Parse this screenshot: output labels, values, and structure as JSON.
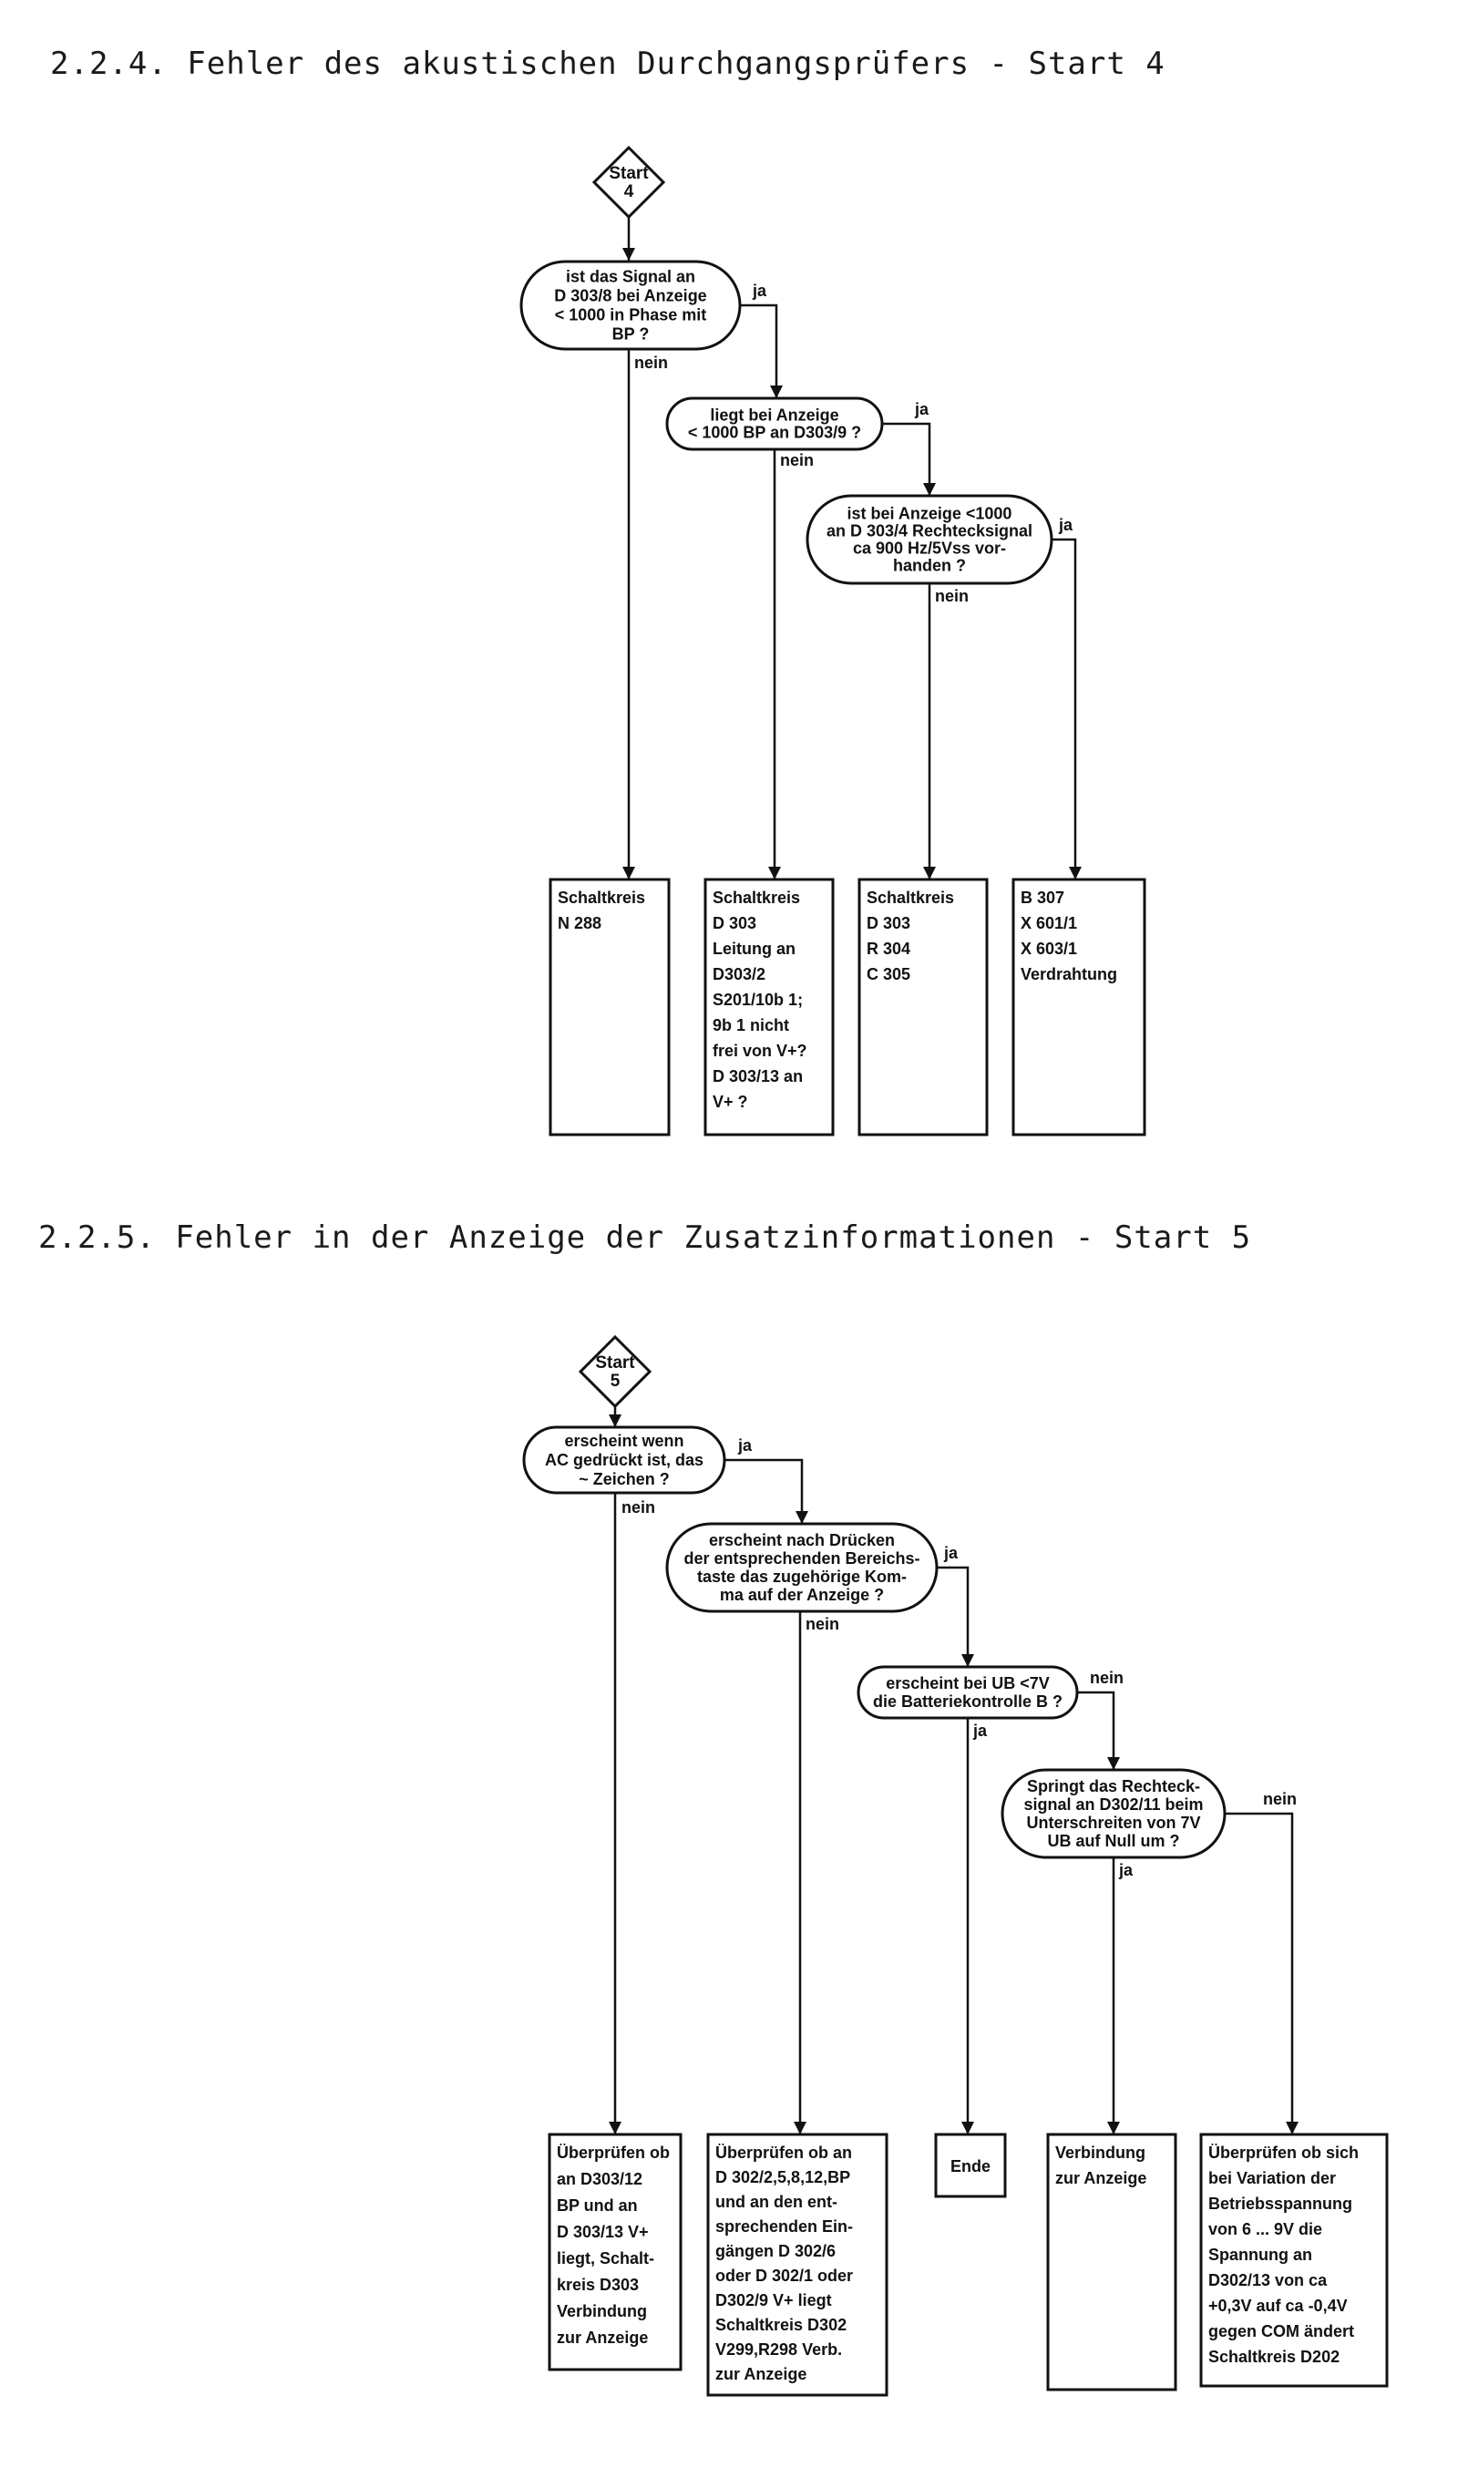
{
  "sections": [
    {
      "heading": "2.2.4. Fehler des akustischen Durchgangsprüfers - Start 4",
      "start": [
        "Start",
        "4"
      ],
      "decisions": [
        {
          "lines": [
            "ist das Signal an",
            "D 303/8 bei Anzeige",
            "< 1000  in Phase mit",
            "BP ?"
          ],
          "yes": "ja",
          "no": "nein"
        },
        {
          "lines": [
            "liegt bei Anzeige",
            "< 1000 BP an D303/9 ?"
          ],
          "yes": "ja",
          "no": "nein"
        },
        {
          "lines": [
            "ist bei Anzeige <1000",
            "an D 303/4 Rechtecksignal",
            "ca 900 Hz/5Vss vor-",
            "handen ?"
          ],
          "yes": "ja",
          "no": "nein"
        }
      ],
      "results": [
        {
          "lines": [
            "Schaltkreis",
            "N 288"
          ]
        },
        {
          "lines": [
            "Schaltkreis",
            "D 303",
            "Leitung an",
            "D303/2",
            "S201/10b 1;",
            "9b 1 nicht",
            "frei von V+?",
            "D 303/13 an",
            "V+ ?"
          ]
        },
        {
          "lines": [
            "Schaltkreis",
            "D 303",
            "R 304",
            "C 305"
          ]
        },
        {
          "lines": [
            "B 307",
            "X 601/1",
            "X 603/1",
            "Verdrahtung"
          ]
        }
      ]
    },
    {
      "heading": "2.2.5. Fehler in der Anzeige der Zusatzinformationen - Start 5",
      "start": [
        "Start",
        "5"
      ],
      "decisions": [
        {
          "lines": [
            "erscheint wenn",
            "AC gedrückt ist, das",
            "~ Zeichen ?"
          ],
          "yes": "ja",
          "no": "nein"
        },
        {
          "lines": [
            "erscheint nach Drücken",
            "der entsprechenden Bereichs-",
            "taste das zugehörige Kom-",
            "ma auf der Anzeige ?"
          ],
          "yes": "ja",
          "no": "nein"
        },
        {
          "lines": [
            "erscheint bei UB <7V",
            "die Batteriekontrolle B ?"
          ],
          "yes": "ja",
          "no": "nein"
        },
        {
          "lines": [
            "Springt das Rechteck-",
            "signal an D302/11 beim",
            "Unterschreiten von 7V",
            "UB auf Null um ?"
          ],
          "yes": "ja",
          "no": "nein"
        }
      ],
      "results": [
        {
          "lines": [
            "Überprüfen ob",
            "an D303/12",
            "BP und an",
            "D 303/13 V+",
            "liegt, Schalt-",
            "kreis D303",
            "Verbindung",
            "zur Anzeige"
          ]
        },
        {
          "lines": [
            "Überprüfen ob an",
            "D 302/2,5,8,12,BP",
            "und an den ent-",
            "sprechenden Ein-",
            "gängen D 302/6",
            "oder D 302/1 oder",
            "D302/9 V+ liegt",
            "Schaltkreis D302",
            "V299,R298 Verb.",
            "zur Anzeige"
          ]
        },
        {
          "lines": [
            "Ende"
          ]
        },
        {
          "lines": [
            "Verbindung",
            "zur Anzeige"
          ]
        },
        {
          "lines": [
            "Überprüfen ob sich",
            "bei Variation der",
            "Betriebsspannung",
            "von 6 ... 9V die",
            "Spannung an",
            "D302/13 von ca",
            "+0,3V auf ca -0,4V",
            "gegen COM ändert",
            "Schaltkreis D202"
          ]
        }
      ]
    }
  ]
}
